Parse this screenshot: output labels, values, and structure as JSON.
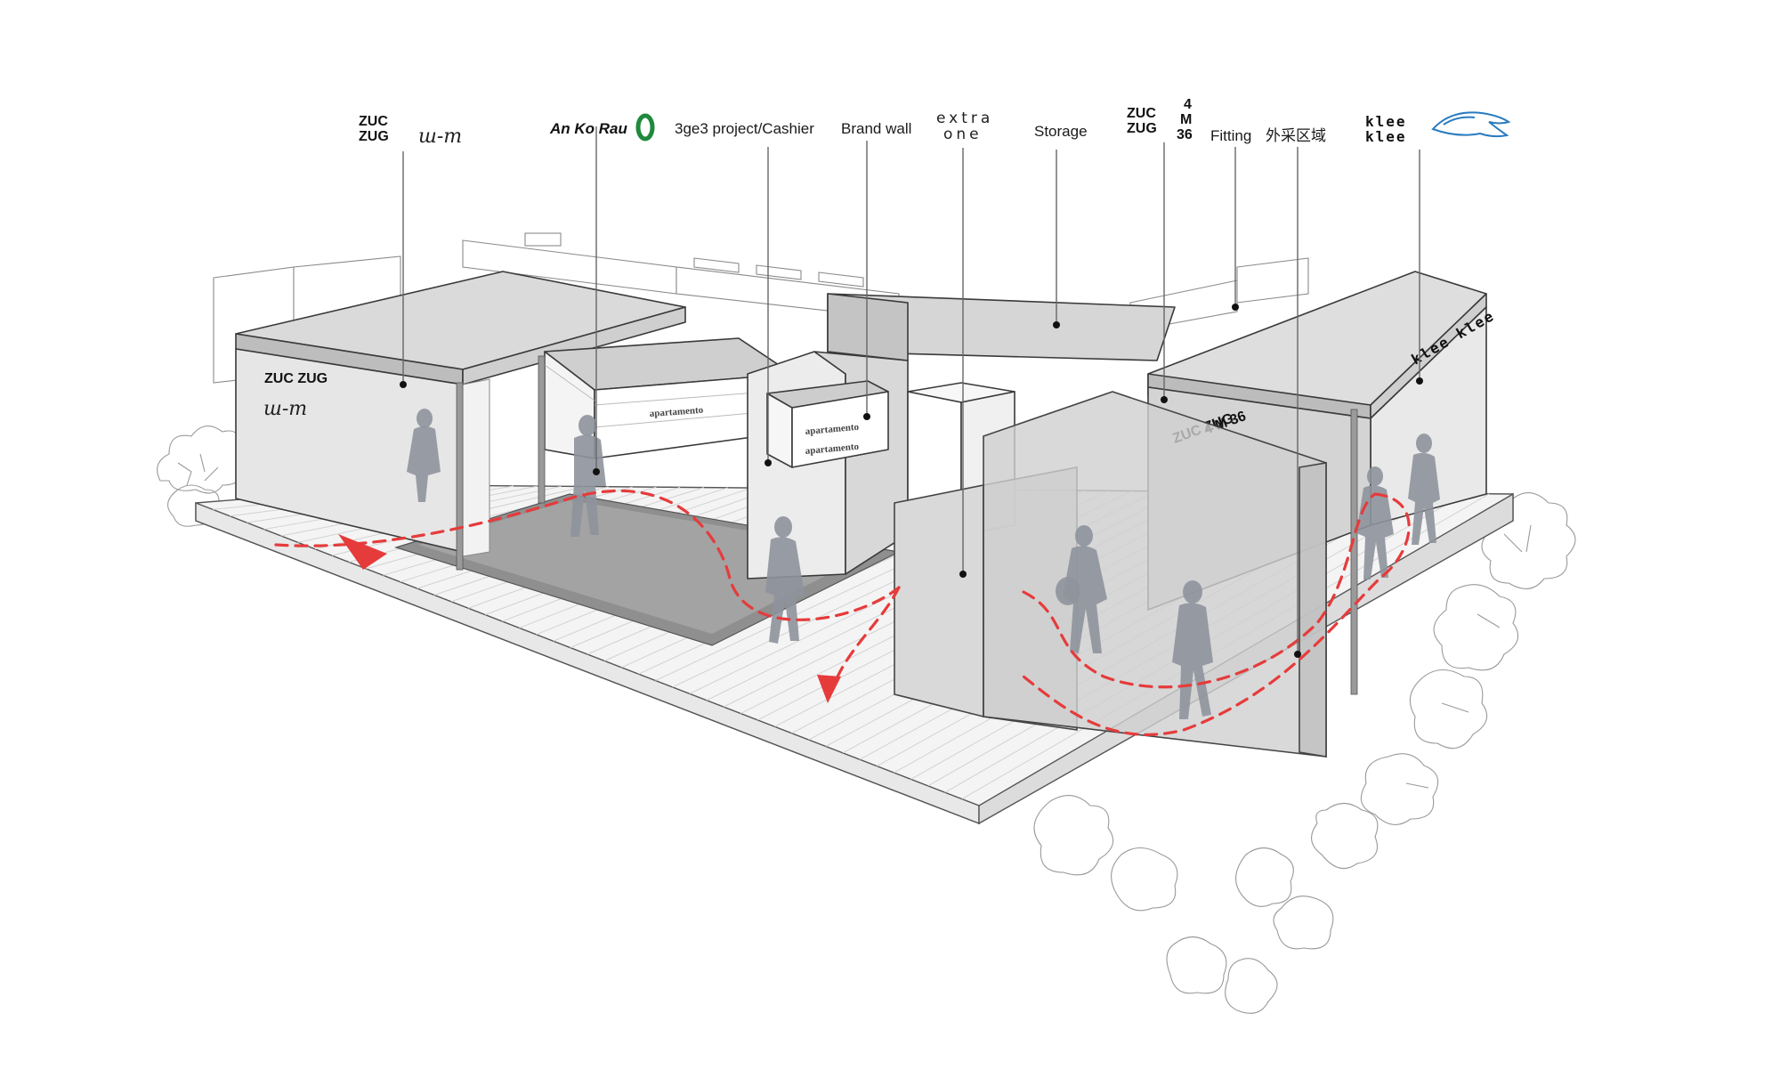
{
  "labels": {
    "zuczug_1": "ZUC ZUG",
    "ancorau_name": "An Ko Rau",
    "project_cashier": "3ge3 project/Cashier",
    "brand_wall": "Brand wall",
    "extra_one": "extra one",
    "storage": "Storage",
    "zuczug_2": "ZUC ZUG",
    "m36": "4 M 36",
    "fitting": "Fitting",
    "outdoor_area": "外采区域",
    "klee": "klee klee"
  },
  "signage": {
    "zuczug_wall": "ZUC ZUG",
    "apartamento_1": "apartamento",
    "apartamento_2": "apartamento",
    "apartamento_3": "apartamento",
    "m36_wall": "4 M 36",
    "zuczug_wall_2": "ZUC ZUG",
    "klee_wall": "klee klee"
  },
  "colors": {
    "route": "#e63b3b",
    "ancorau_green": "#1f8a3c",
    "klee_blue": "#2a7bc0"
  }
}
